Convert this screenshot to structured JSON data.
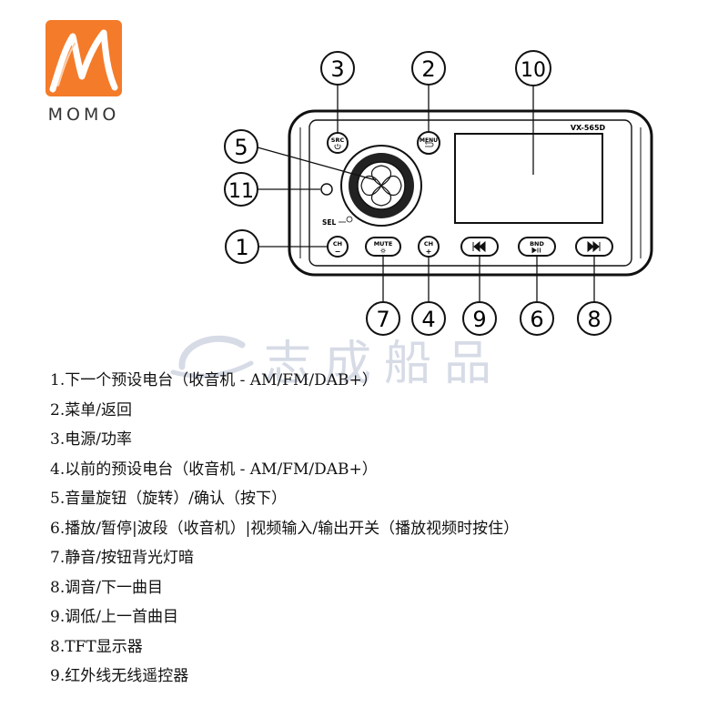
{
  "brand": {
    "logo_text": "MOMO",
    "watermark_text": "志成船品",
    "primary_color": "#f47b2a"
  },
  "device": {
    "model_label": "VX-565D",
    "buttons": {
      "src": {
        "line1": "SRC",
        "icon": "power-icon"
      },
      "menu": {
        "line1": "MENU",
        "icon": "return-icon"
      },
      "ch_minus": {
        "line1": "CH",
        "line2": "−"
      },
      "mute": {
        "line1": "MUTE",
        "icon": "sun-icon"
      },
      "ch_plus": {
        "line1": "CH",
        "line2": "+"
      },
      "prev": {
        "icon": "skip-back-icon"
      },
      "bnd": {
        "line1": "BND",
        "icon": "play-pause-icon"
      },
      "next": {
        "icon": "skip-forward-icon"
      }
    },
    "sel_label": "SEL"
  },
  "callouts": [
    "3",
    "2",
    "10",
    "5",
    "11",
    "1",
    "7",
    "4",
    "9",
    "6",
    "8"
  ],
  "legend": [
    "1.下一个预设电台（收音机 - AM/FM/DAB+）",
    "2.菜单/返回",
    "3.电源/功率",
    "4.以前的预设电台（收音机 - AM/FM/DAB+）",
    "5.音量旋钮（旋转）/确认（按下）",
    "6.播放/暂停|波段（收音机）|视频输入/输出开关（播放视频时按住）",
    "7.静音/按钮背光灯暗",
    "8.调音/下一曲目",
    "9.调低/上一首曲目",
    "8.TFT显示器",
    "9.红外线无线遥控器"
  ]
}
